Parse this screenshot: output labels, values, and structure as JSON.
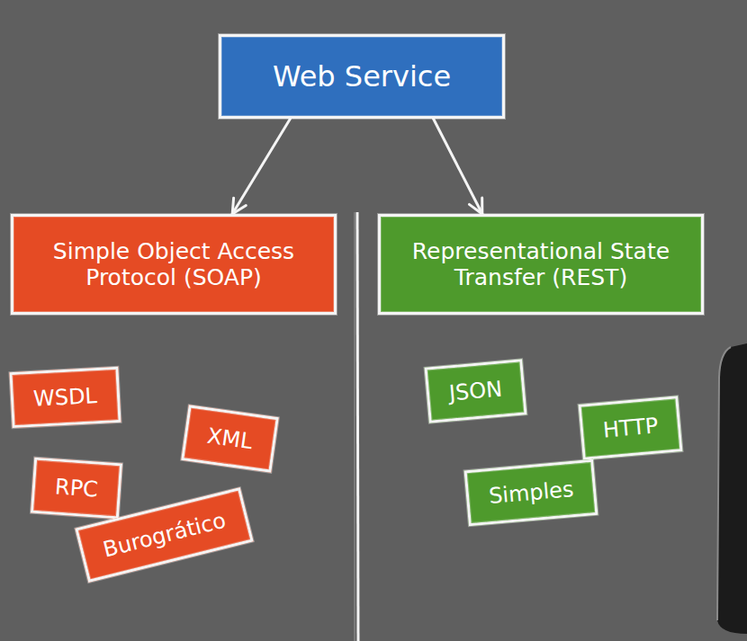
{
  "diagram": {
    "nodes": [
      {
        "text": [
          "Web Service"
        ]
      },
      {
        "text": [
          "Simple Object Access Protocol (SOAP)"
        ]
      },
      {
        "text": [
          "Representational State Transfer (REST)"
        ]
      },
      {
        "text": [
          "WSDL"
        ]
      },
      {
        "text": [
          "XML"
        ]
      },
      {
        "text": [
          "RPC"
        ]
      },
      {
        "text": [
          "Burogrático"
        ]
      },
      {
        "text": [
          "JSON"
        ]
      },
      {
        "text": [
          "HTTP"
        ]
      },
      {
        "text": [
          "Simples"
        ]
      }
    ],
    "edges": [
      {
        "from": 0,
        "to": 1,
        "arrow": "to"
      },
      {
        "from": 0,
        "to": 2,
        "arrow": "to"
      }
    ]
  }
}
